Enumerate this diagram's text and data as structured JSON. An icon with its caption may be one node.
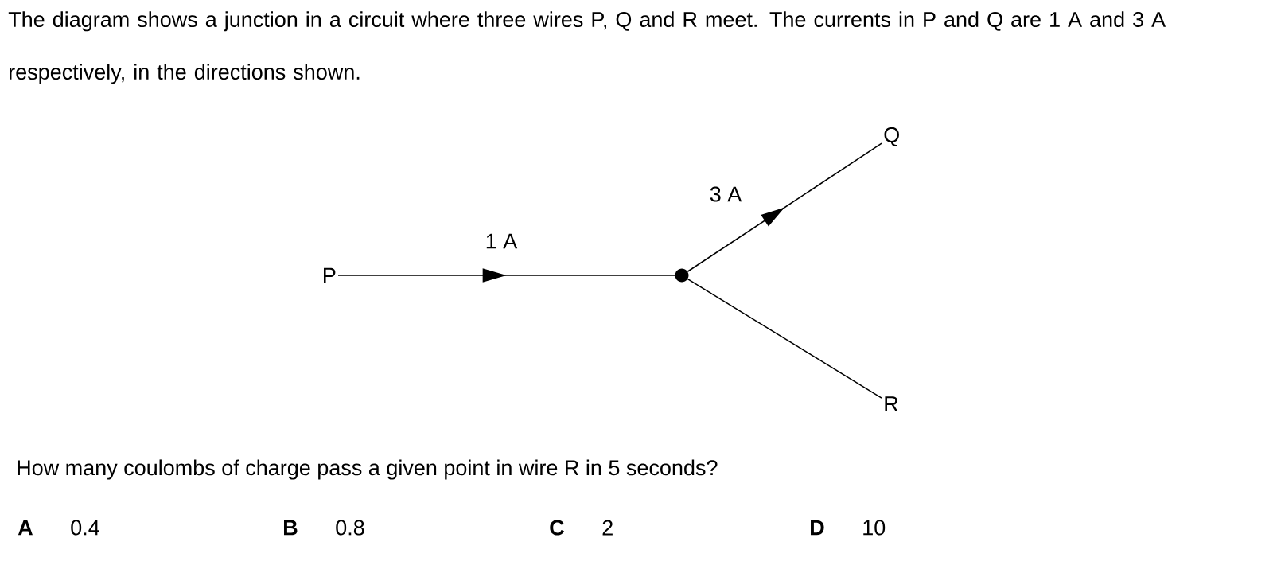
{
  "diagram": {
    "nodes": [
      {
        "text": [
          "P"
        ]
      },
      {
        "text": [
          "Q"
        ]
      },
      {
        "text": [
          "R"
        ]
      },
      {
        "text": [],
        "shape": "circle"
      }
    ],
    "edges": [
      {
        "from": 0,
        "to": 3,
        "arrow": "to",
        "label": "1 A"
      },
      {
        "from": 3,
        "to": 1,
        "arrow": "to",
        "label": "3 A"
      },
      {
        "from": 3,
        "to": 2,
        "arrow": "none"
      }
    ],
    "labels": [
      "The diagram shows a junction in a circuit where three wires P, Q and R meet. The currents in P and Q are 1 A and 3 A respectively, in the directions shown.",
      "How many coulombs of charge pass a given point in wire R in 5 seconds?",
      "A",
      "0.4",
      "B",
      "0.8",
      "C",
      "2",
      "D",
      "10"
    ]
  }
}
